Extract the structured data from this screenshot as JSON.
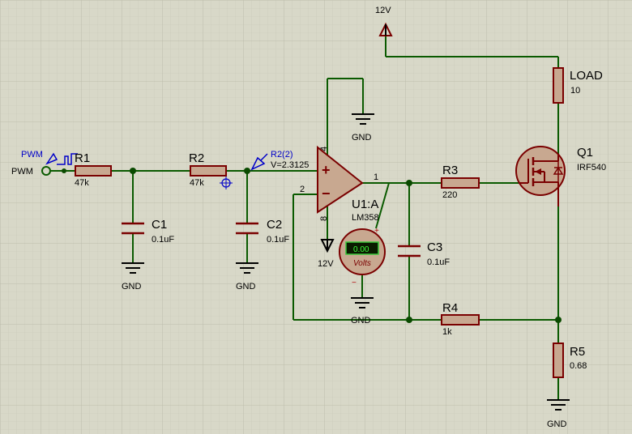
{
  "power": {
    "supply_top": "12V",
    "opamp_neg_supply": "12V",
    "ground": "GND"
  },
  "input": {
    "probe_label": "PWM",
    "terminal_label": "PWM"
  },
  "components": {
    "R1": {
      "name": "R1",
      "value": "47k"
    },
    "R2": {
      "name": "R2",
      "value": "47k"
    },
    "C1": {
      "name": "C1",
      "value": "0.1uF"
    },
    "C2": {
      "name": "C2",
      "value": "0.1uF"
    },
    "R3": {
      "name": "R3",
      "value": "220"
    },
    "C3": {
      "name": "C3",
      "value": "0.1uF"
    },
    "R4": {
      "name": "R4",
      "value": "1k"
    },
    "R5": {
      "name": "R5",
      "value": "0.68"
    },
    "LOAD": {
      "name": "LOAD",
      "value": "10"
    },
    "Q1": {
      "name": "Q1",
      "value": "IRF540"
    },
    "U1": {
      "name": "U1:A",
      "value": "LM358",
      "pin_plus": "+",
      "pin_minus": "−",
      "pin_out": "1",
      "pin_in2": "2",
      "pin_vcc": "4",
      "pin_vee": "8"
    }
  },
  "probe": {
    "name": "R2(2)",
    "reading": "V=2.3125"
  },
  "voltmeter": {
    "display": "0.00",
    "unit": "Volts",
    "plus": "+",
    "minus": "−"
  }
}
